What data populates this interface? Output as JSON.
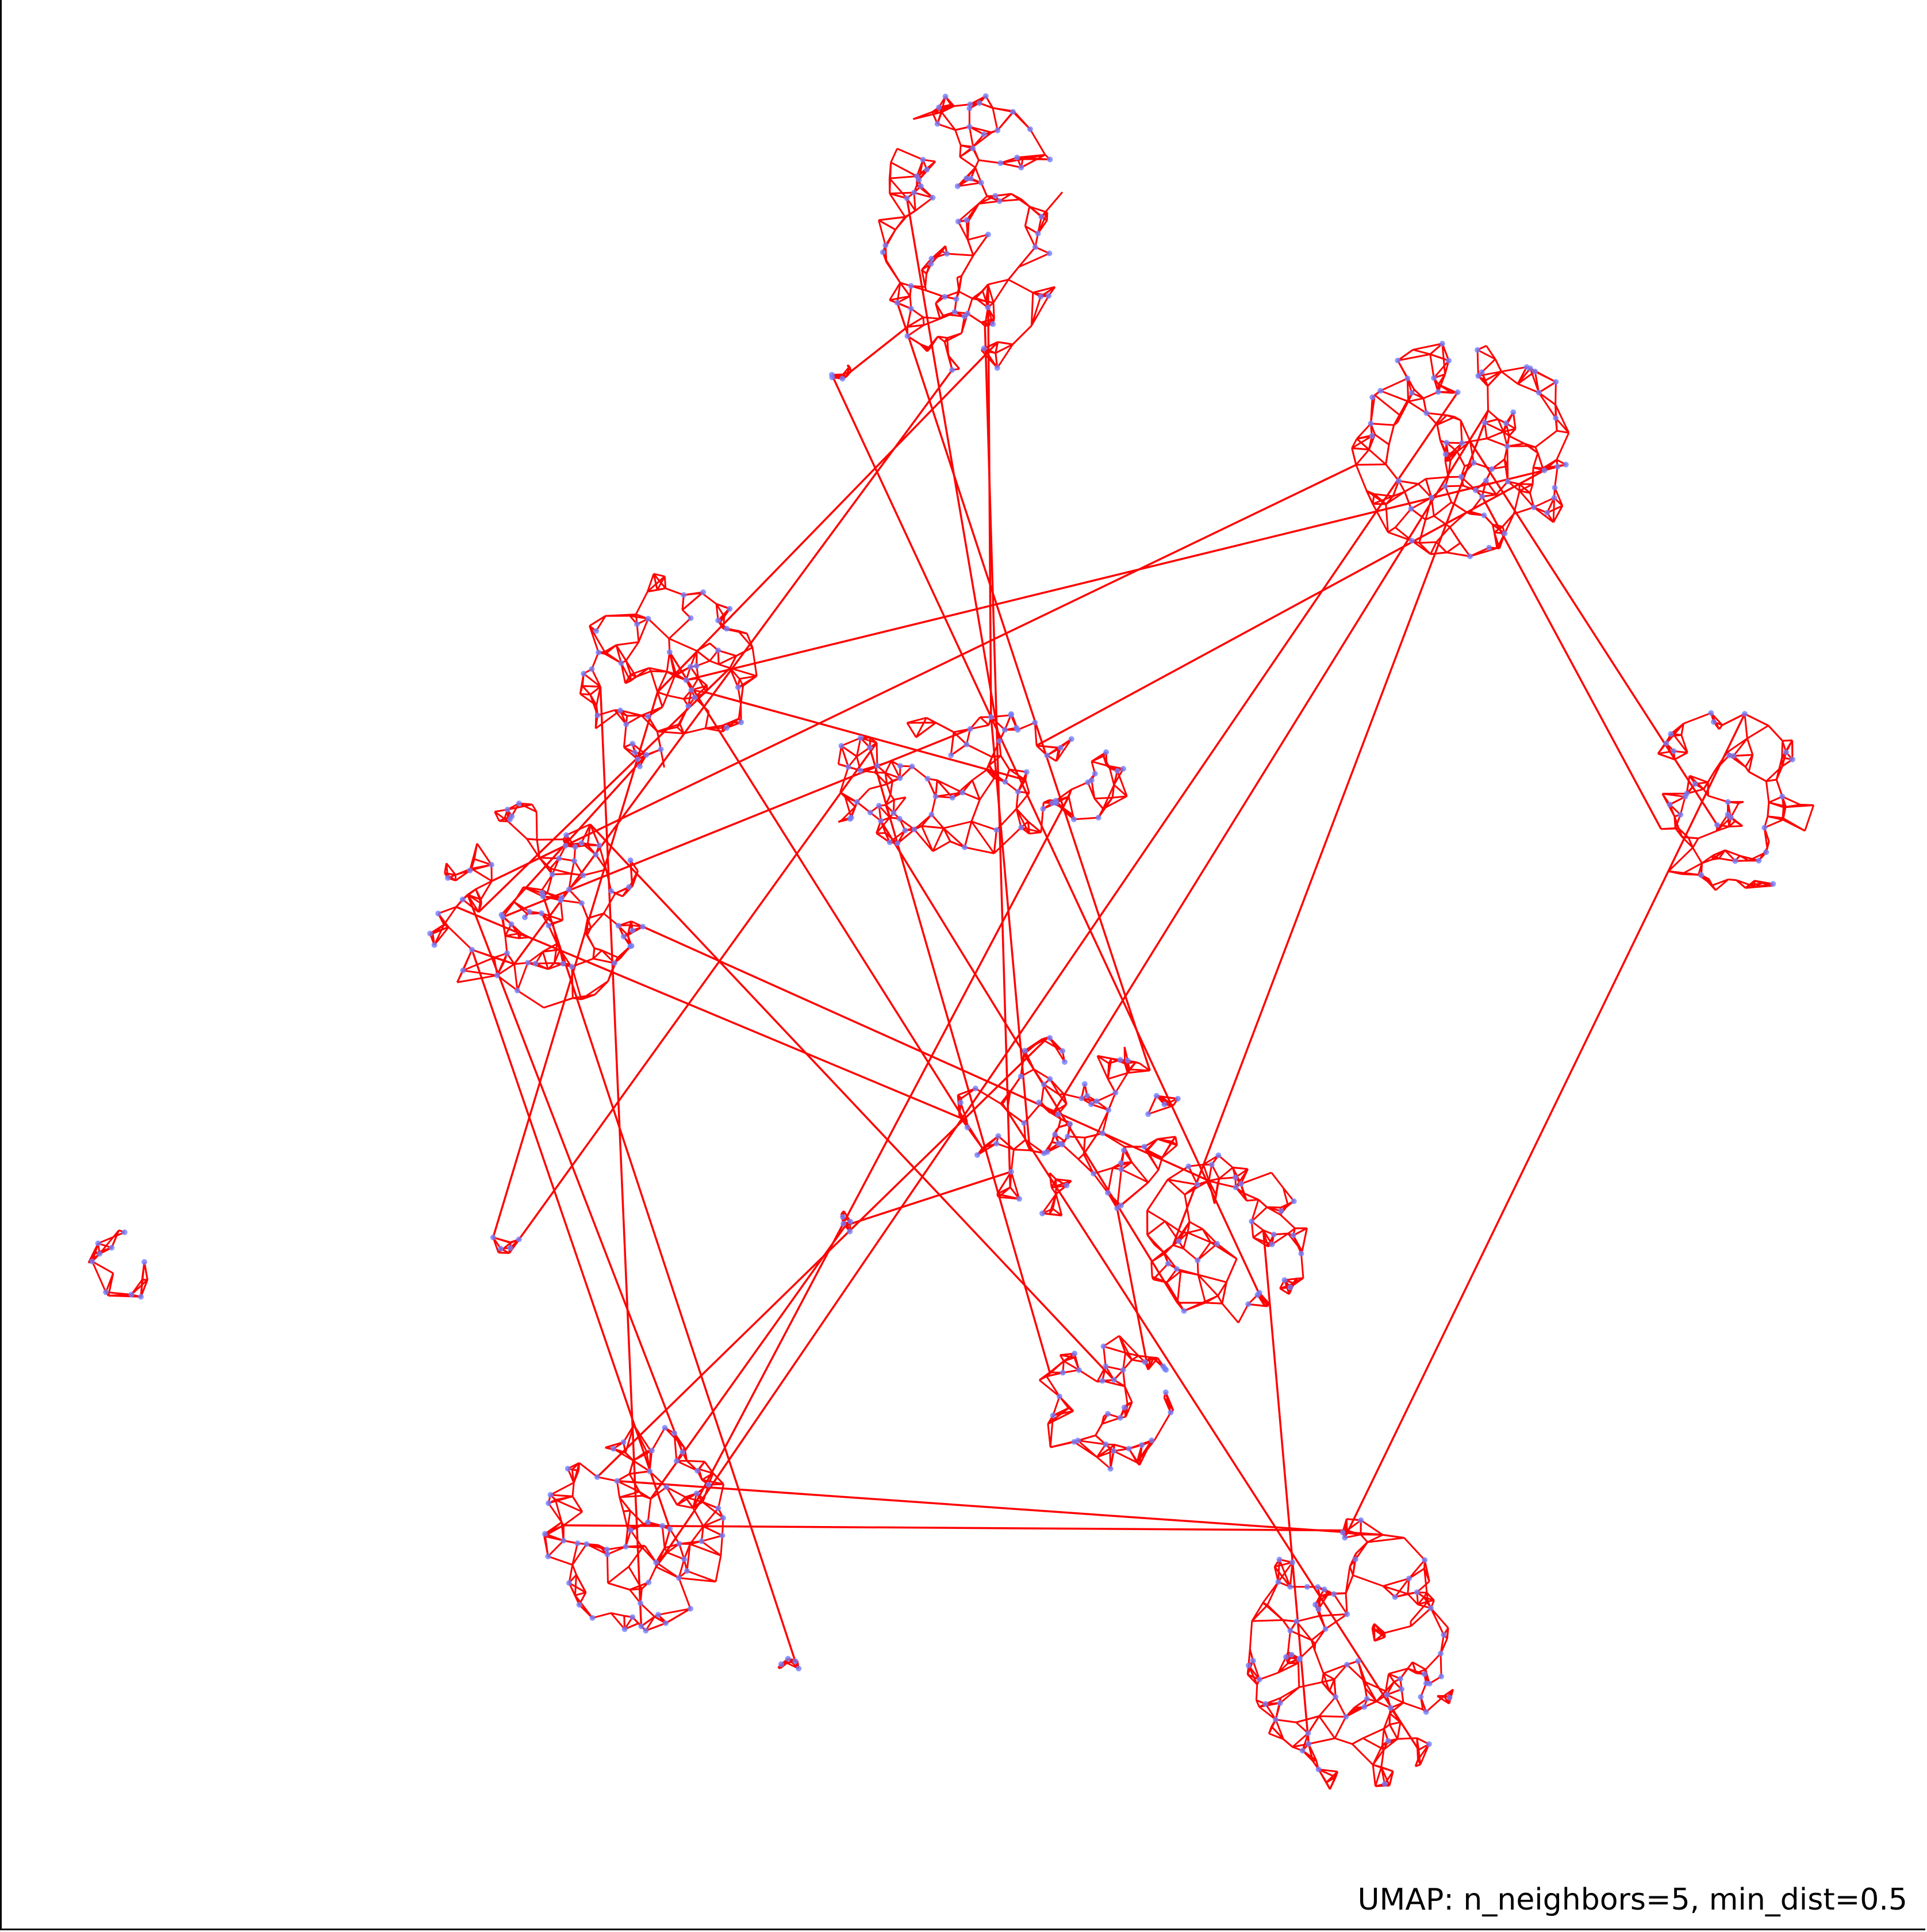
{
  "caption": "UMAP: n_neighbors=5, min_dist=0.5",
  "colors": {
    "edge": "#ff0000",
    "node": "#6f7fff",
    "background": "#ffffff",
    "axis": "#000000"
  },
  "chart_data": {
    "type": "scatter",
    "xlim": [
      0,
      1
    ],
    "ylim": [
      0,
      1
    ],
    "grid": false,
    "clusters": [
      {
        "cx": 0.505,
        "cy": 0.885,
        "rx": 0.05,
        "ry": 0.075
      },
      {
        "cx": 0.765,
        "cy": 0.77,
        "rx": 0.06,
        "ry": 0.06
      },
      {
        "cx": 0.345,
        "cy": 0.655,
        "rx": 0.048,
        "ry": 0.055
      },
      {
        "cx": 0.505,
        "cy": 0.595,
        "rx": 0.085,
        "ry": 0.038
      },
      {
        "cx": 0.275,
        "cy": 0.53,
        "rx": 0.06,
        "ry": 0.055
      },
      {
        "cx": 0.905,
        "cy": 0.585,
        "rx": 0.048,
        "ry": 0.052
      },
      {
        "cx": 0.555,
        "cy": 0.415,
        "rx": 0.062,
        "ry": 0.048
      },
      {
        "cx": 0.64,
        "cy": 0.355,
        "rx": 0.045,
        "ry": 0.048
      },
      {
        "cx": 0.575,
        "cy": 0.27,
        "rx": 0.04,
        "ry": 0.038
      },
      {
        "cx": 0.33,
        "cy": 0.205,
        "rx": 0.05,
        "ry": 0.055
      },
      {
        "cx": 0.705,
        "cy": 0.135,
        "rx": 0.055,
        "ry": 0.075
      },
      {
        "cx": 0.055,
        "cy": 0.34,
        "rx": 0.018,
        "ry": 0.022
      },
      {
        "cx": 0.26,
        "cy": 0.355,
        "rx": 0.01,
        "ry": 0.008
      },
      {
        "cx": 0.44,
        "cy": 0.365,
        "rx": 0.006,
        "ry": 0.006
      },
      {
        "cx": 0.41,
        "cy": 0.13,
        "rx": 0.008,
        "ry": 0.006
      },
      {
        "cx": 0.435,
        "cy": 0.81,
        "rx": 0.008,
        "ry": 0.006
      }
    ],
    "bridges": [
      [
        0,
        3
      ],
      [
        0,
        3
      ],
      [
        0,
        4
      ],
      [
        0,
        2
      ],
      [
        0,
        6
      ],
      [
        0,
        6
      ],
      [
        1,
        2
      ],
      [
        1,
        4
      ],
      [
        1,
        5
      ],
      [
        1,
        6
      ],
      [
        1,
        7
      ],
      [
        1,
        3
      ],
      [
        2,
        6
      ],
      [
        2,
        3
      ],
      [
        2,
        9
      ],
      [
        3,
        7
      ],
      [
        3,
        8
      ],
      [
        3,
        6
      ],
      [
        4,
        6
      ],
      [
        4,
        7
      ],
      [
        4,
        9
      ],
      [
        4,
        9
      ],
      [
        4,
        8
      ],
      [
        4,
        3
      ],
      [
        5,
        10
      ],
      [
        6,
        9
      ],
      [
        7,
        10
      ],
      [
        3,
        12
      ],
      [
        2,
        12
      ],
      [
        4,
        14
      ],
      [
        9,
        10
      ],
      [
        9,
        10
      ],
      [
        8,
        6
      ],
      [
        3,
        9
      ],
      [
        1,
        9
      ],
      [
        5,
        1
      ],
      [
        2,
        4
      ],
      [
        6,
        13
      ],
      [
        13,
        9
      ],
      [
        0,
        15
      ],
      [
        15,
        7
      ],
      [
        6,
        10
      ],
      [
        4,
        2
      ]
    ],
    "edges_per_cluster": 150
  }
}
